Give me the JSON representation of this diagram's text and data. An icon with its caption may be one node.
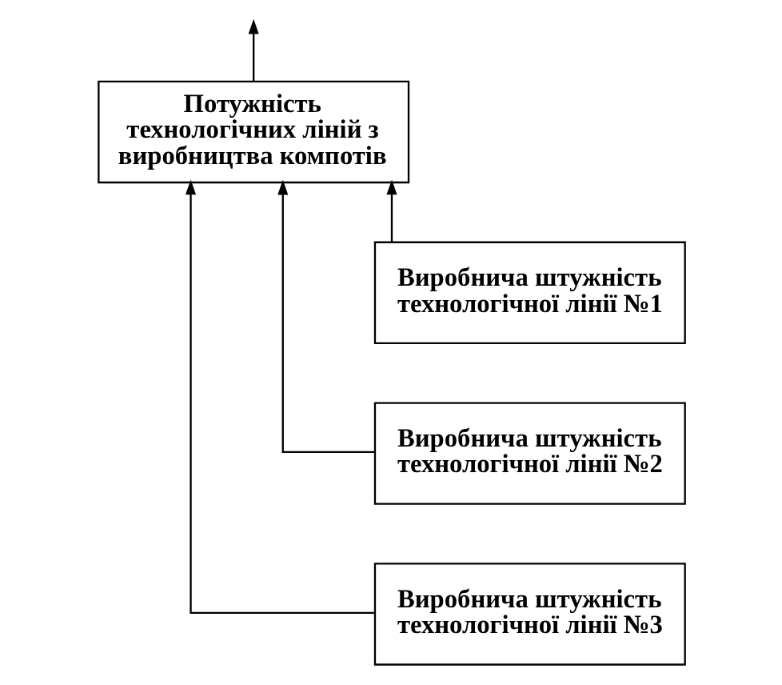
{
  "diagram": {
    "nodes": [
      {
        "text": [
          "Потужність технологічних ліній з виробництва компотів"
        ]
      },
      {
        "text": [
          "Виробнича штужність технологічної лінії №1"
        ]
      },
      {
        "text": [
          "Виробнича штужність технологічної лінії №2"
        ]
      },
      {
        "text": [
          "Виробнича штужність технологічної лінії №3"
        ]
      }
    ],
    "edges": [
      {
        "from": 0,
        "to": null,
        "arrow": "to"
      },
      {
        "from": 1,
        "to": 0,
        "arrow": "to"
      },
      {
        "from": 2,
        "to": 0,
        "arrow": "to"
      },
      {
        "from": 3,
        "to": 0,
        "arrow": "to"
      }
    ]
  }
}
